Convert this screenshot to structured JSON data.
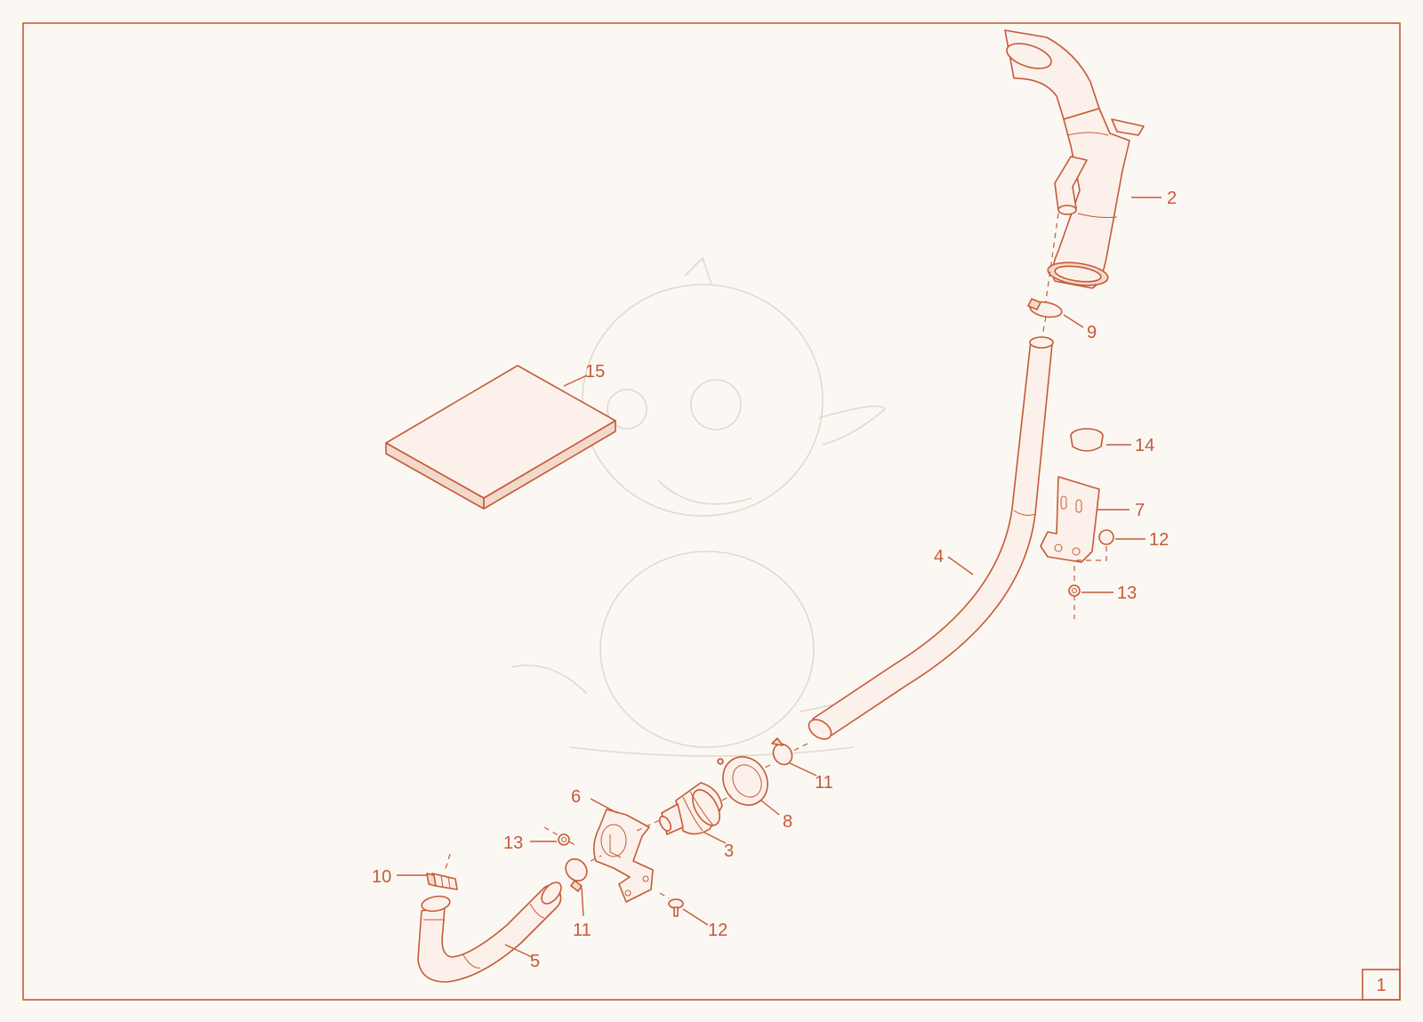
{
  "sheet": {
    "page_number": "1"
  },
  "callouts": {
    "c2": "2",
    "c9": "9",
    "c15": "15",
    "c14": "14",
    "c7": "7",
    "c12a": "12",
    "c13a": "13",
    "c4": "4",
    "c11a": "11",
    "c8": "8",
    "c6": "6",
    "c3": "3",
    "c13b": "13",
    "c10": "10",
    "c11b": "11",
    "c12b": "12",
    "c5": "5"
  },
  "colors": {
    "line": "#c65a37",
    "background": "#fbf8f4",
    "watermark": "#e2d9d0"
  }
}
